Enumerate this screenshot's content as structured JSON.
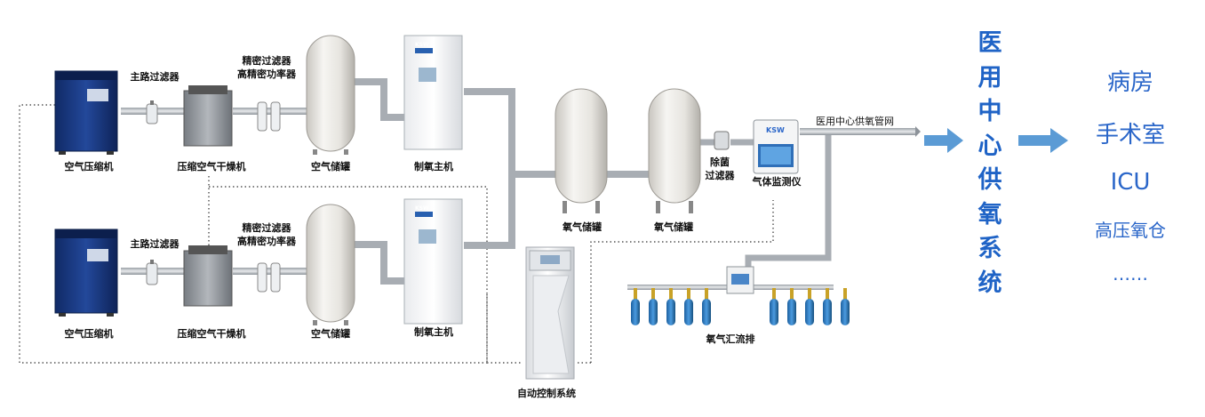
{
  "labels": {
    "compressor": "空气压缩机",
    "main_filter": "主路过滤器",
    "dryer": "压缩空气干燥机",
    "precision_filter": "精密过滤器",
    "high_precision_filter": "高精密功率器",
    "air_tank": "空气储罐",
    "oxygen_generator": "制氧主机",
    "oxygen_tank": "氧气储罐",
    "sterile_filter_1": "除菌",
    "sterile_filter_2": "过滤器",
    "gas_monitor": "气体监测仪",
    "pipeline_network": "医用中心供氧管网",
    "manifold": "氧气汇流排",
    "control_system": "自动控制系统",
    "brand": "KSW"
  },
  "title": "医用中心供氧系统",
  "destinations": [
    "病房",
    "手术室",
    "ICU",
    "高压氧仓",
    "……"
  ],
  "colors": {
    "title": "#1f63c6",
    "destination": "#2a66c9",
    "arrow": "#5b9bd5",
    "compressor": "#1c3e8a",
    "cylinder": "#2d7fc7",
    "pipe": "#b9bec4"
  }
}
